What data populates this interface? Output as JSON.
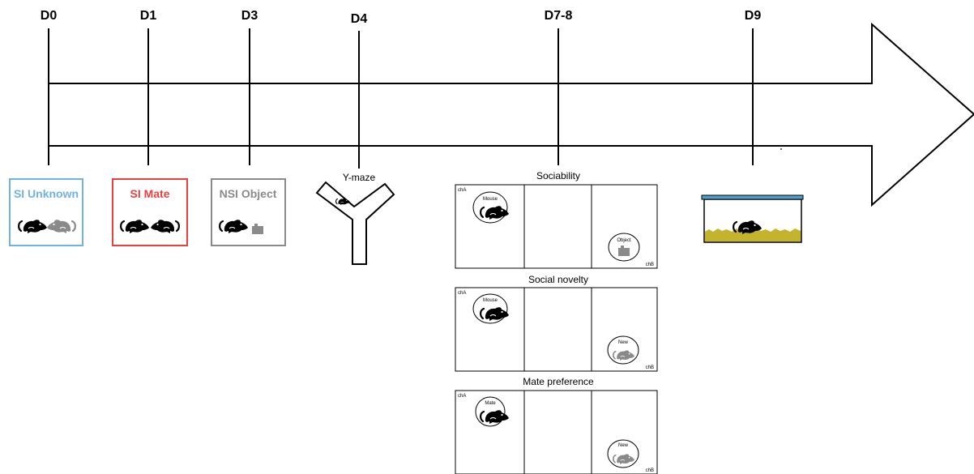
{
  "timeline": {
    "days": [
      "D0",
      "D1",
      "D3",
      "D4",
      "D7-8",
      "D9"
    ]
  },
  "tests": {
    "si_unknown": {
      "title": "SI Unknown",
      "color": "#6fb3e6"
    },
    "si_mate": {
      "title": "SI Mate",
      "color": "#e8403f"
    },
    "nsi_object": {
      "title": "NSI Object",
      "color": "#8a8a8a"
    },
    "ymaze": {
      "title": "Y-maze"
    }
  },
  "three_chamber": {
    "panels": [
      {
        "title": "Sociability",
        "chamber_a": "chA",
        "chamber_b": "chB",
        "left_label": "Mouse",
        "right_label": "Object"
      },
      {
        "title": "Social novelty",
        "chamber_a": "chA",
        "chamber_b": "chB",
        "left_label": "Mouse",
        "right_label": "New"
      },
      {
        "title": "Mate preference",
        "chamber_a": "chA",
        "chamber_b": "chB",
        "left_label": "Mate",
        "right_label": "New"
      }
    ]
  },
  "home_cage": {
    "lid_color": "#4f9fc9",
    "bedding_color": "#c4b32c"
  },
  "icons": {
    "mouse": "mouse-icon",
    "object": "object-icon",
    "arrow": "timeline-arrow-icon"
  },
  "colors": {
    "familiar_mouse": "#000000",
    "novel_mouse": "#8a8a8a"
  }
}
